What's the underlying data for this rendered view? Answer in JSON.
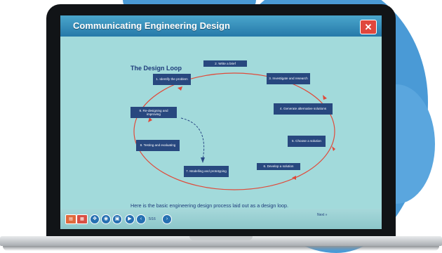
{
  "window": {
    "title": "Communicating Engineering Design",
    "close_label": "✕"
  },
  "slide": {
    "heading": "The Design Loop",
    "caption": "Here is the basic engineering design process laid out as a design loop.",
    "next_label": "Next »",
    "loop_steps": [
      "2. Write a brief",
      "3. Investigate and research",
      "4. Generate alternative solutions",
      "5. Choose a solution",
      "6. Develop a solution",
      "7. Modelling and prototyping",
      "8. Testing and evaluating",
      "9. Re-designing and improving",
      "1. Identify the problem"
    ]
  },
  "player": {
    "page_counter": "5/16",
    "controls": [
      "bookmark-icon",
      "glossary-icon",
      "fullscreen-icon",
      "audio-icon",
      "video-icon",
      "play-icon",
      "previous-icon",
      "next-icon"
    ]
  },
  "colors": {
    "title_bar": "#2f8ab8",
    "content_bg": "#a2dadb",
    "step_box": "#28487f",
    "loop_line": "#e04a3a",
    "accent_blob": "#4a9ad6"
  }
}
